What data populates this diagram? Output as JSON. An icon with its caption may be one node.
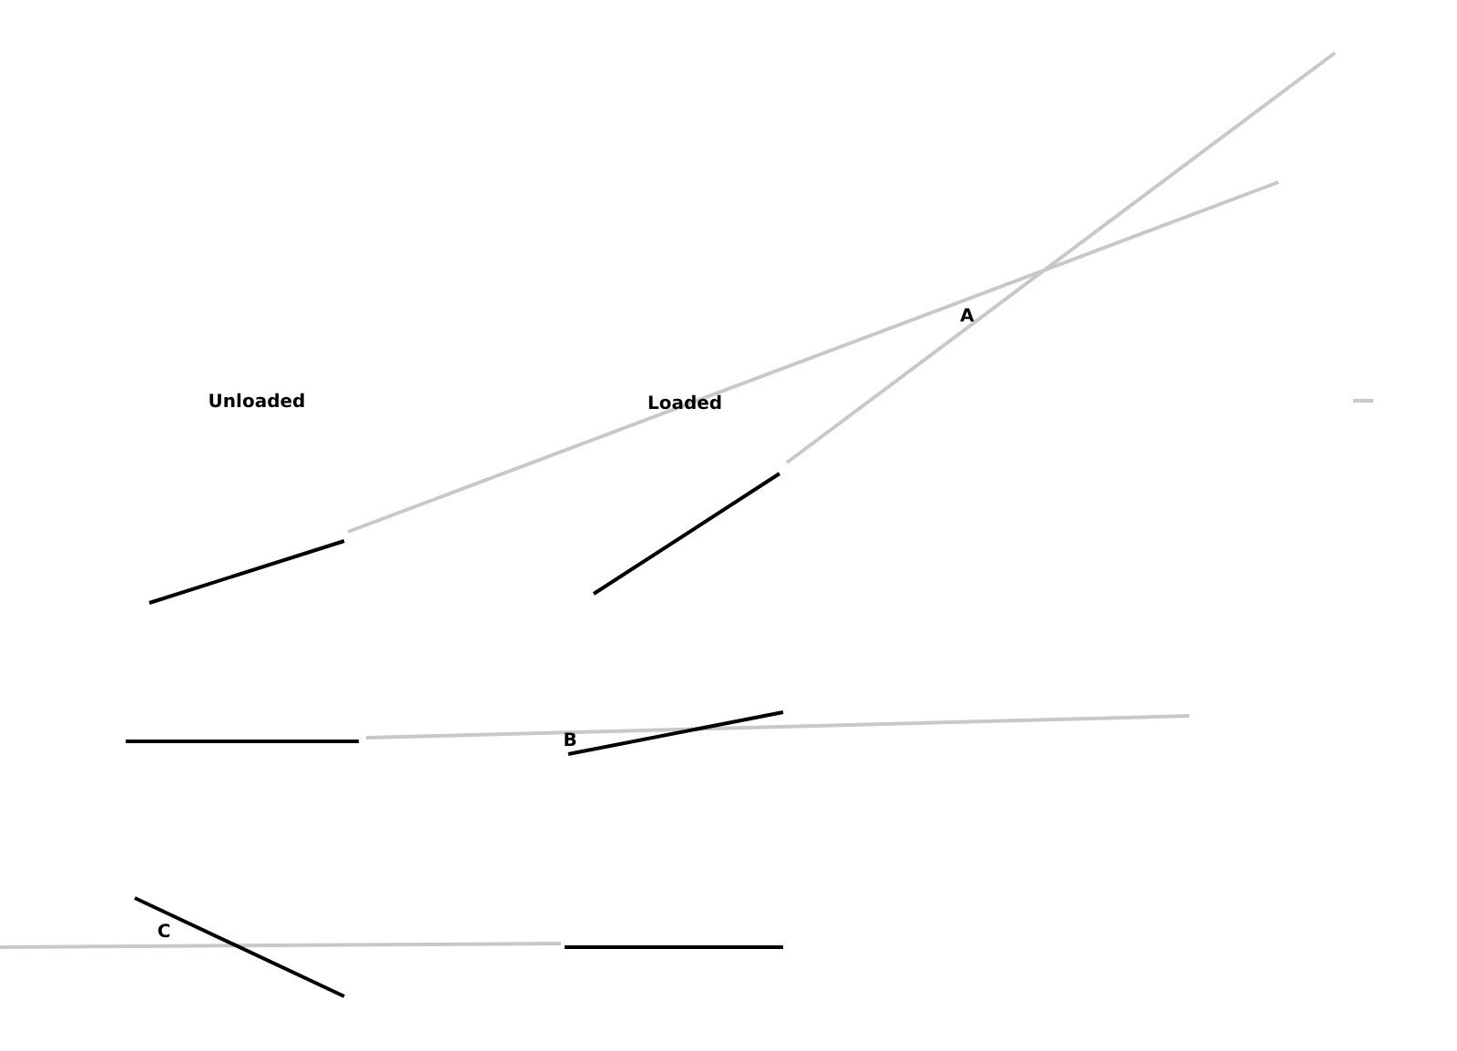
{
  "diagram": {
    "labels": [
      "Unloaded",
      "Loaded",
      "A",
      "B",
      "C"
    ]
  }
}
